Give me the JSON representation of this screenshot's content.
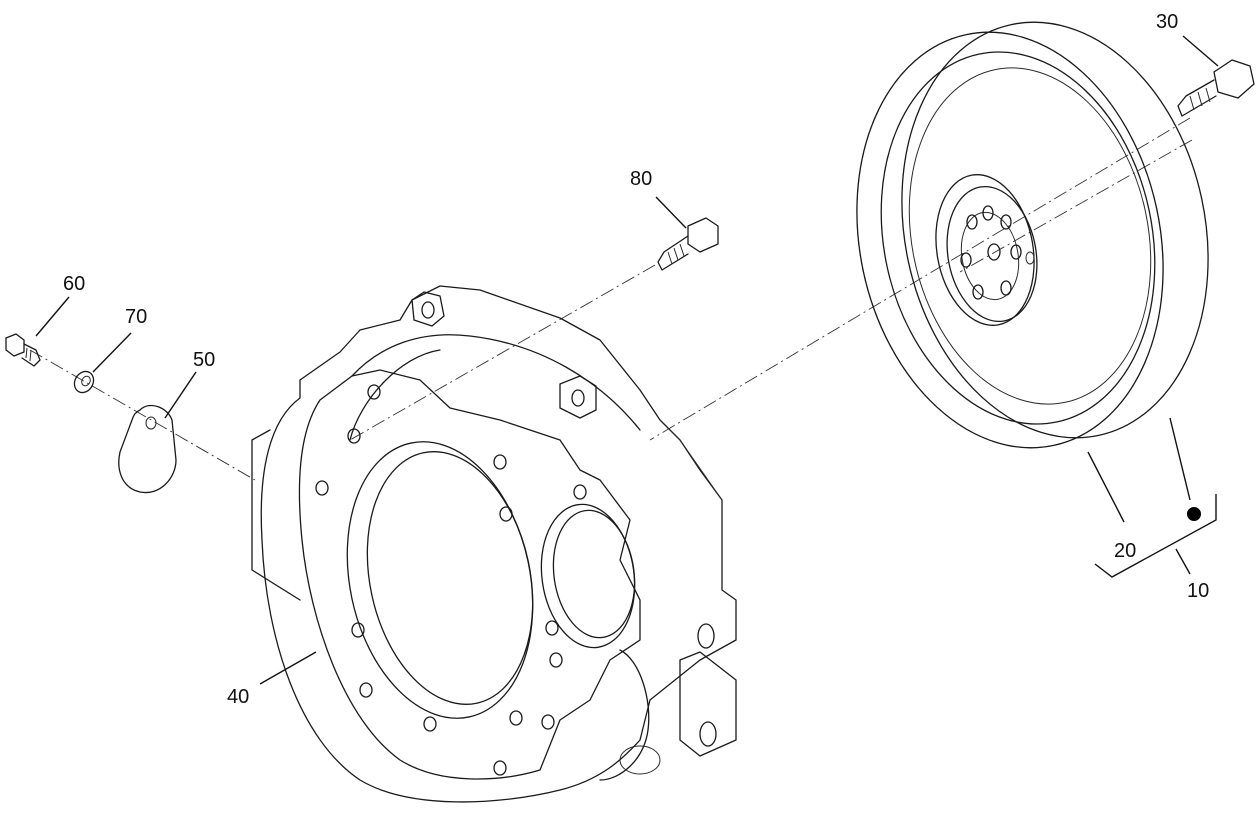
{
  "callouts": {
    "c10": "10",
    "c20": "20",
    "c30": "30",
    "c40": "40",
    "c50": "50",
    "c60": "60",
    "c70": "70",
    "c80": "80"
  }
}
